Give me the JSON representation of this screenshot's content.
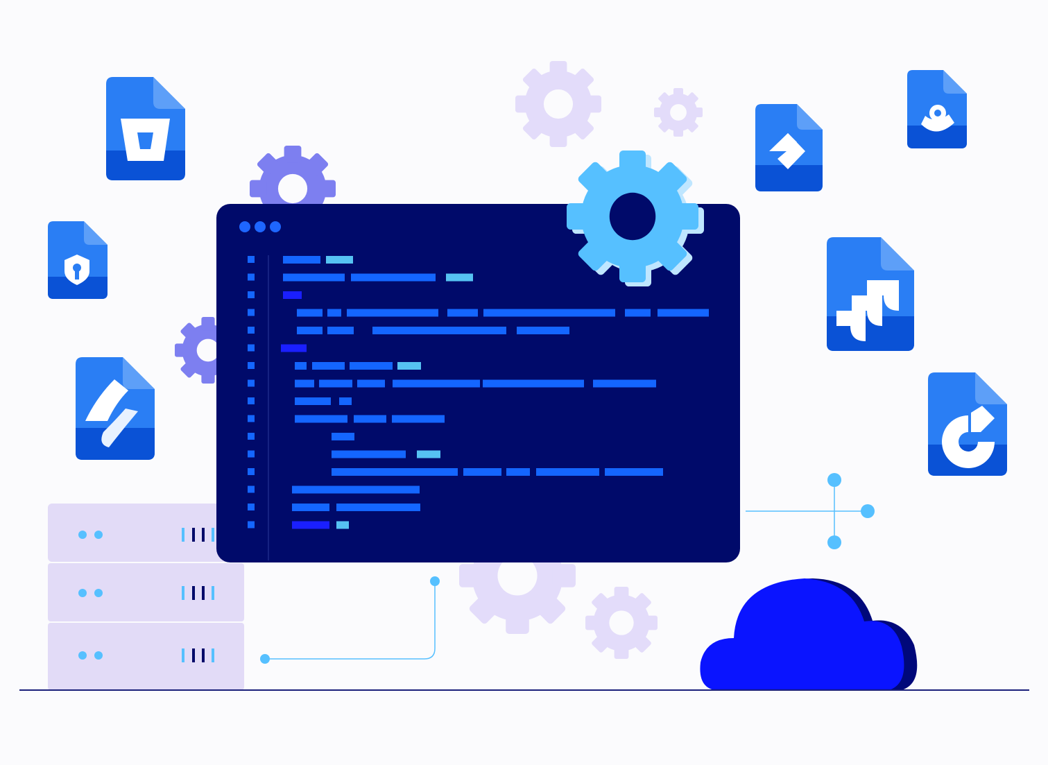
{
  "colors": {
    "background": "#fbfbfd",
    "window": "#000a6a",
    "window_dots": "#1e66ff",
    "gear_lavender": "#e3dcfa",
    "gear_purple": "#7d7ff0",
    "gear_accent": "#56c0ff",
    "gear_accent_shadow": "#bfe6ff",
    "file_blue": "#2a7ef4",
    "file_blue_dark": "#0a52d6",
    "file_fold": "#5d9ff8",
    "code_blue": "#1466ff",
    "code_cyan": "#56c2f2",
    "code_indigo": "#1a1fff",
    "server": "#e2dbf7",
    "server_led": "#56c0ff",
    "cloud": "#0a14ff",
    "cloud_shadow": "#00087a",
    "connector": "#56c0ff",
    "ground": "#1a1f7a"
  },
  "scene": {
    "window": {
      "dots": [
        "window-dot",
        "window-dot",
        "window-dot"
      ]
    },
    "files": [
      {
        "name": "file-bitbucket",
        "icon": "bitbucket-icon"
      },
      {
        "name": "file-security",
        "icon": "shield-keyhole-icon"
      },
      {
        "name": "file-confluence",
        "icon": "confluence-icon"
      },
      {
        "name": "file-jira-software",
        "icon": "jira-software-icon"
      },
      {
        "name": "file-opsgenie",
        "icon": "opsgenie-icon"
      },
      {
        "name": "file-jira",
        "icon": "jira-icon"
      },
      {
        "name": "file-compass",
        "icon": "compass-icon"
      }
    ],
    "servers": 3,
    "gears": 8,
    "cloud": "cloud-icon"
  }
}
